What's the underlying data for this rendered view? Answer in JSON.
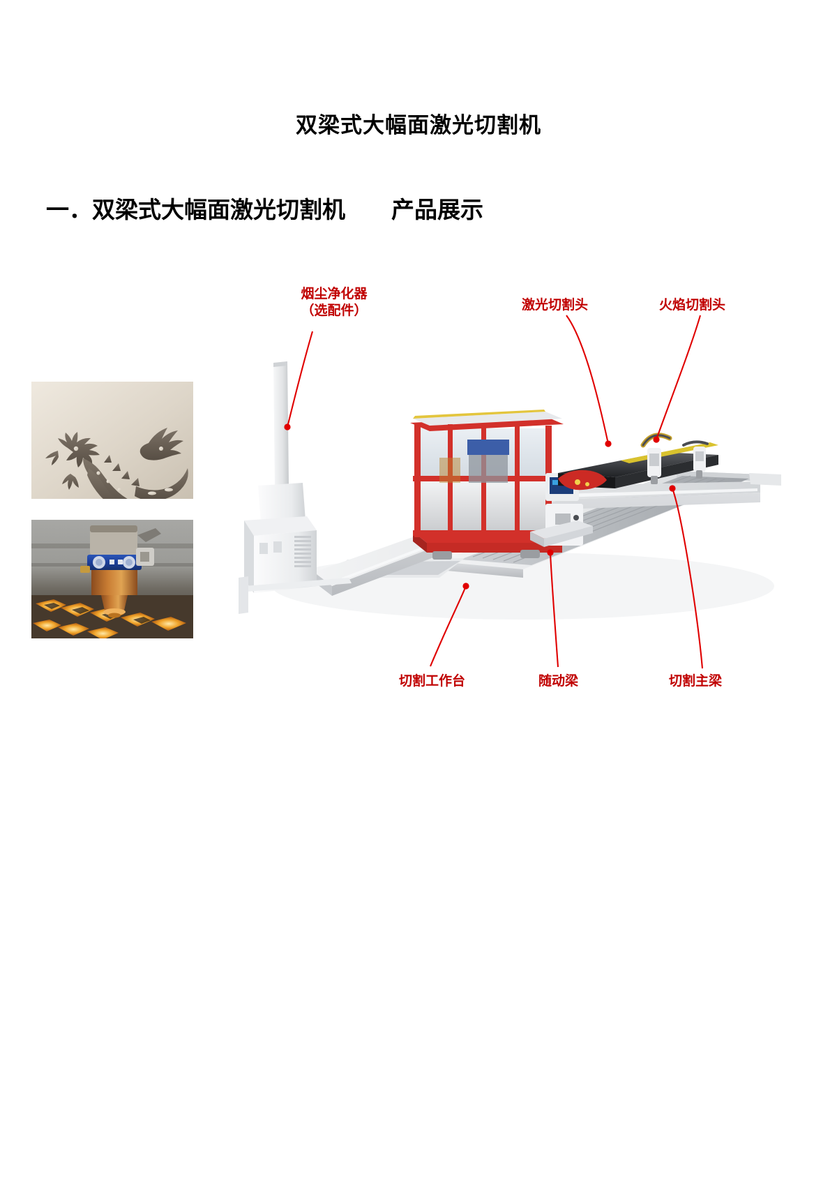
{
  "document": {
    "title": "双梁式大幅面激光切割机",
    "section_heading": "一．双梁式大幅面激光切割机        产品展示"
  },
  "figure": {
    "annotations": [
      {
        "id": "dust-purifier",
        "label": "烟尘净化器\n（选配件）",
        "color": "#c00000"
      },
      {
        "id": "laser-head",
        "label": "激光切割头",
        "color": "#c00000"
      },
      {
        "id": "flame-head",
        "label": "火焰切割头",
        "color": "#c00000"
      },
      {
        "id": "cutting-table",
        "label": "切割工作台",
        "color": "#c00000"
      },
      {
        "id": "follower-beam",
        "label": "随动梁",
        "color": "#c00000"
      },
      {
        "id": "main-beam",
        "label": "切割主梁",
        "color": "#c00000"
      }
    ],
    "photos": [
      {
        "id": "dragon-cutout",
        "caption": ""
      },
      {
        "id": "laser-cutting-head",
        "caption": ""
      }
    ]
  },
  "colors": {
    "annotation_red": "#c00000",
    "leader_red": "#e00000",
    "cabin_frame_red": "#d2302a",
    "machine_body": "#e9eaec",
    "table_surface": "#b9bcc0",
    "text_black": "#000000"
  }
}
